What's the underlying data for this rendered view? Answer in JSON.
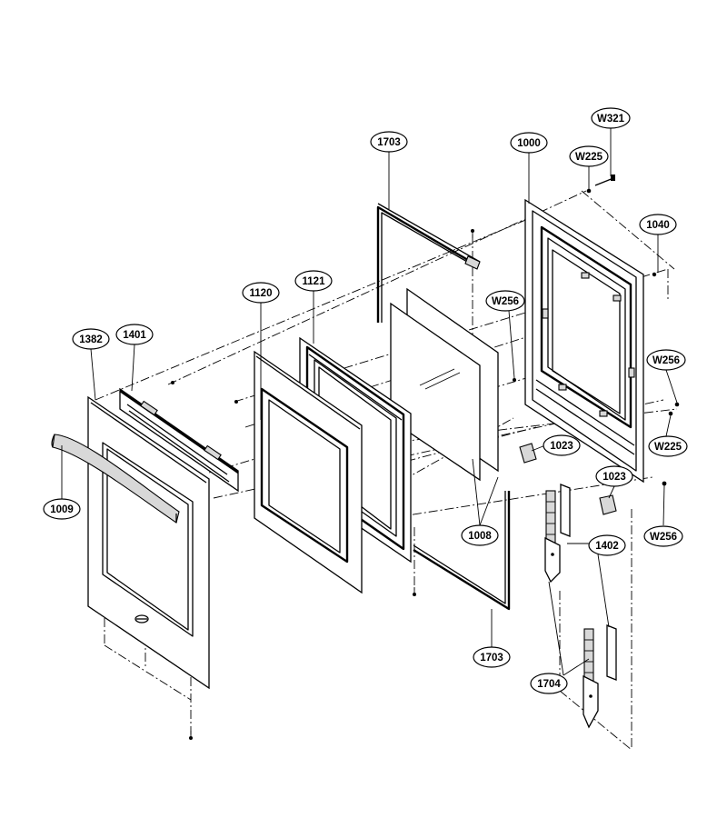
{
  "callouts": {
    "c1703_top": "1703",
    "c1000": "1000",
    "cW321": "W321",
    "cW225_top": "W225",
    "c1040": "1040",
    "cW256_mid": "W256",
    "c1120": "1120",
    "c1121": "1121",
    "c1382": "1382",
    "c1401": "1401",
    "cW256_right": "W256",
    "cW225_right": "W225",
    "c1023_a": "1023",
    "c1023_b": "1023",
    "c1009": "1009",
    "c1008": "1008",
    "c1402": "1402",
    "cW256_bottom": "W256",
    "c1703_bottom": "1703",
    "c1704": "1704"
  }
}
